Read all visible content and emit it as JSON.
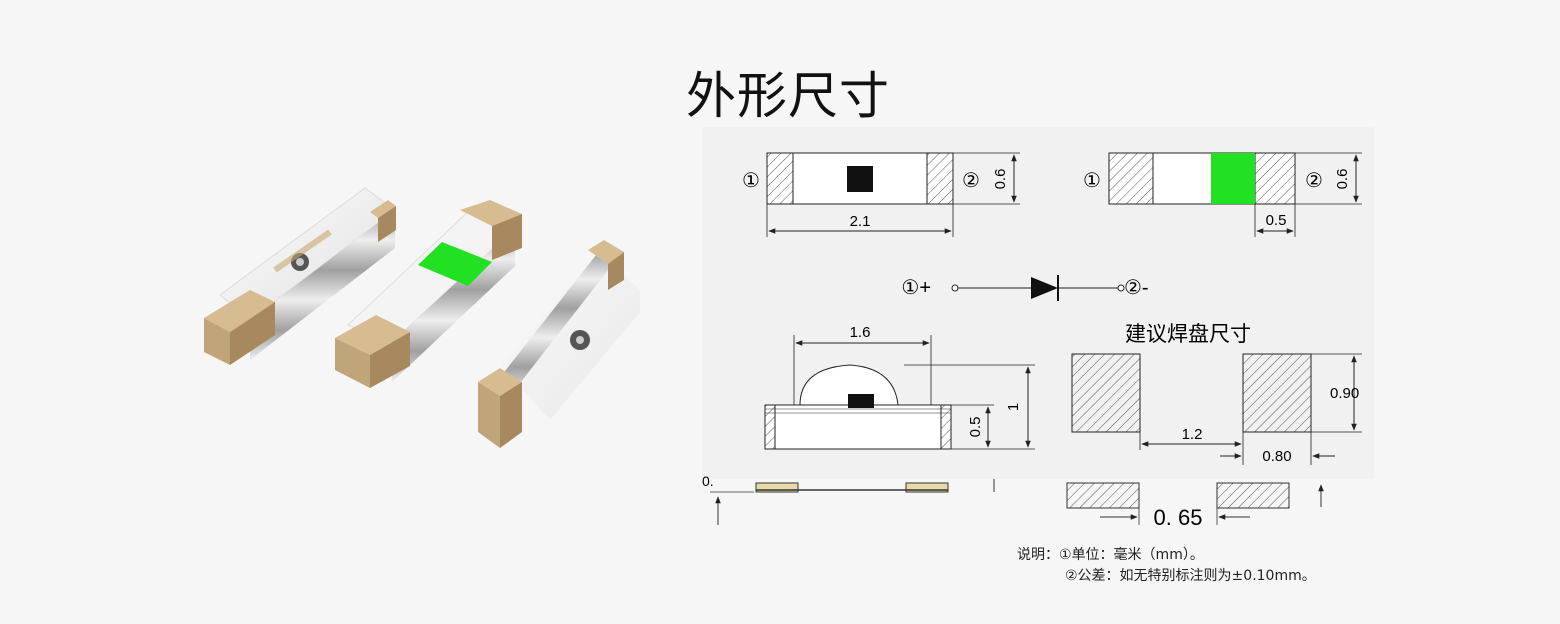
{
  "title": "外形尺寸",
  "colors": {
    "led_green": "#22e022",
    "chip_black": "#111111",
    "pad_tan": "#c8a77c"
  },
  "top_view": {
    "pin1": "①",
    "pin2": "②",
    "height_dim": "0.6",
    "length_dim": "2.1"
  },
  "bottom_view": {
    "pin1": "①",
    "pin2": "②",
    "height_dim": "0.6",
    "width_dim": "0.5"
  },
  "schematic": {
    "anode_label": "①+",
    "cathode_label": "②-"
  },
  "side_view": {
    "width_dim": "1.6",
    "base_height_dim": "0.5",
    "total_height_dim": "1"
  },
  "pad_layout": {
    "heading": "建议焊盘尺寸",
    "pad_height_dim": "0.90",
    "gap_dim": "1.2",
    "pad_width_dim": "0.80",
    "lower_gap_dim": "0. 65",
    "clipped_dim": "0."
  },
  "notes": {
    "line1": "说明：①单位：毫米（mm）。",
    "line2": "②公差：如无特别标注则为±0.10mm。"
  }
}
